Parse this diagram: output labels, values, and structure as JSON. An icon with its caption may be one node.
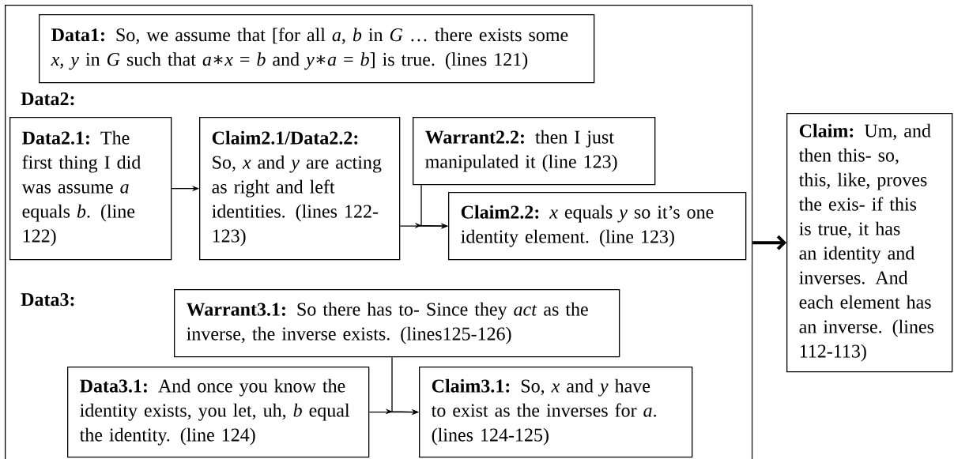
{
  "diagram": {
    "nodes": [
      {
        "text": [],
        "shape": "box"
      },
      {
        "text": [
          "**Data1:** So, we assume that [for all *a*, *b* in *G* … there exists some *x*, *y* in *G* such that *a*∗*x* = *b* and *y*∗*a* = *b*] is true. (lines 121)"
        ],
        "in": 0
      },
      {
        "text": [
          "**Data2.1:** The first thing I did was assume *a* equals *b*. (line 122)"
        ],
        "in": 0
      },
      {
        "text": [
          "**Claim2.1/Data2.2:** So, *x* and *y* are acting as right and left identities. (lines 122-123)"
        ],
        "in": 0
      },
      {
        "text": [
          "**Warrant2.2:** then I just manipulated it (line 123)"
        ],
        "in": 0
      },
      {
        "text": [
          "**Claim2.2:** *x* equals *y* so it’s one identity element. (line 123)"
        ],
        "in": 0
      },
      {
        "text": [
          "**Warrant3.1:** So there has to- Since they *act* as the inverse, the inverse exists. (lines125-126)"
        ],
        "in": 0
      },
      {
        "text": [
          "**Data3.1:** And once you know the identity exists, you let, uh, *b* equal the identity. (line 124)"
        ],
        "in": 0
      },
      {
        "text": [
          "**Claim3.1:** So, *x* and *y* have to exist as the inverses for *a*. (lines 124-125)"
        ],
        "in": 0
      },
      {
        "text": [
          "**Claim:** Um, and then this- so, this, like, proves the exis- if this is true, it has an identity and inverses. And each element has an inverse. (lines 112-113)"
        ]
      }
    ],
    "edges": [
      {
        "from": 2,
        "to": 3,
        "arrow": "to"
      },
      {
        "from": 3,
        "to": 5,
        "arrow": "to"
      },
      {
        "from": 4,
        "to": 5,
        "arrow": "to"
      },
      {
        "from": 6,
        "to": 8,
        "arrow": "to"
      },
      {
        "from": 7,
        "to": 8,
        "arrow": "to"
      },
      {
        "from": 0,
        "to": 9,
        "arrow": "to",
        "style": "thick"
      }
    ],
    "labels": [
      "Data2:",
      "Data3:"
    ]
  }
}
